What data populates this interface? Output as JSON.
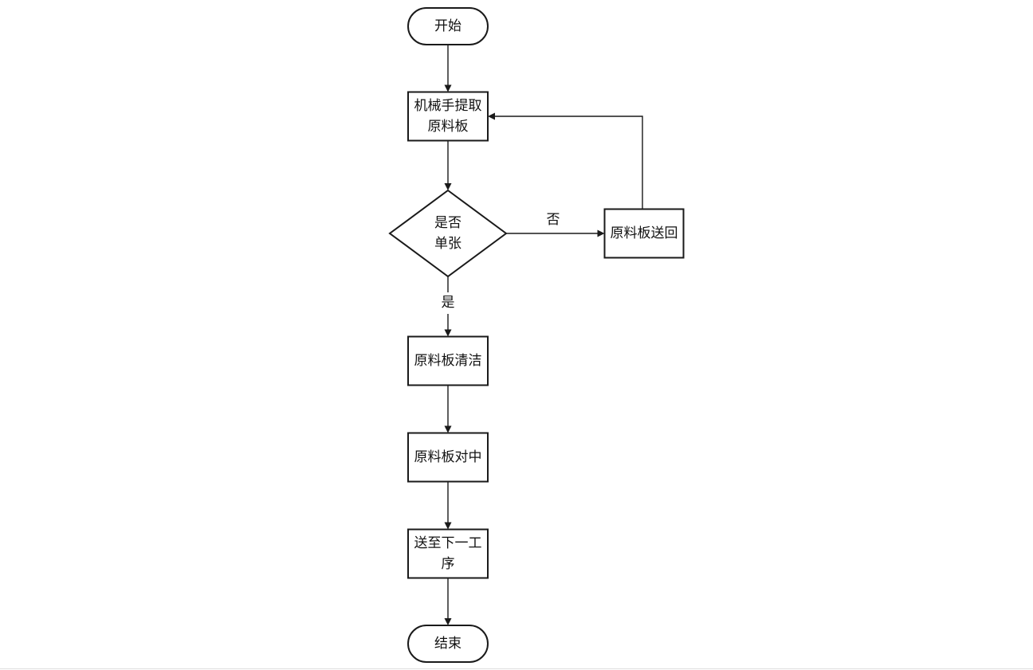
{
  "diagram": {
    "nodes": [
      {
        "id": "start",
        "shape": "terminal",
        "lines": [
          "开始"
        ]
      },
      {
        "id": "pick",
        "shape": "process",
        "lines": [
          "机械手提取",
          "原料板"
        ]
      },
      {
        "id": "single",
        "shape": "decision",
        "lines": [
          "是否",
          "单张"
        ]
      },
      {
        "id": "return",
        "shape": "process",
        "lines": [
          "原料板送回"
        ]
      },
      {
        "id": "clean",
        "shape": "process",
        "lines": [
          "原料板清洁"
        ]
      },
      {
        "id": "center",
        "shape": "process",
        "lines": [
          "原料板对中"
        ]
      },
      {
        "id": "next",
        "shape": "process",
        "lines": [
          "送至下一工",
          "序"
        ]
      },
      {
        "id": "end",
        "shape": "terminal",
        "lines": [
          "结束"
        ]
      }
    ],
    "edges": [
      {
        "id": "start-pick",
        "from": "start",
        "to": "pick",
        "label": ""
      },
      {
        "id": "pick-single",
        "from": "pick",
        "to": "single",
        "label": ""
      },
      {
        "id": "single-return",
        "from": "single",
        "to": "return",
        "label": "否"
      },
      {
        "id": "return-pick",
        "from": "return",
        "to": "pick",
        "label": ""
      },
      {
        "id": "single-clean",
        "from": "single",
        "to": "clean",
        "label": "是"
      },
      {
        "id": "clean-center",
        "from": "clean",
        "to": "center",
        "label": ""
      },
      {
        "id": "center-next",
        "from": "center",
        "to": "next",
        "label": ""
      },
      {
        "id": "next-end",
        "from": "next",
        "to": "end",
        "label": ""
      }
    ]
  }
}
